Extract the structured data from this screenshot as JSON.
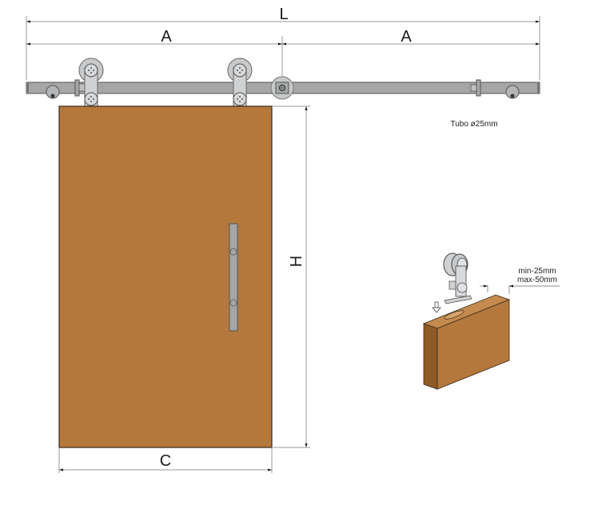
{
  "diagram": {
    "title": "Sliding door hardware dimension diagram",
    "colors": {
      "door": "#b4783c",
      "door_side": "#8f5a26",
      "door_top": "#c48a4e",
      "rail": "#a4a6a8",
      "roller": "#c8c9cb",
      "dim_line": "#999999",
      "text": "#1a1a1a"
    },
    "dimensions": {
      "total_length": "L",
      "half_left": "A",
      "half_right": "A",
      "door_height": "H",
      "door_width": "C"
    },
    "labels": {
      "tube": "Tubo ø25mm",
      "min_thickness": "min-25mm",
      "max_thickness": "max-50mm"
    },
    "components": [
      "rail-tube",
      "roller-hanger-left",
      "roller-hanger-right",
      "end-stopper-left",
      "end-stopper-right",
      "door-stop-left",
      "door-stop-right",
      "wall-bracket-center",
      "door-panel",
      "door-handle",
      "detail-hanger-with-door-edge"
    ]
  }
}
